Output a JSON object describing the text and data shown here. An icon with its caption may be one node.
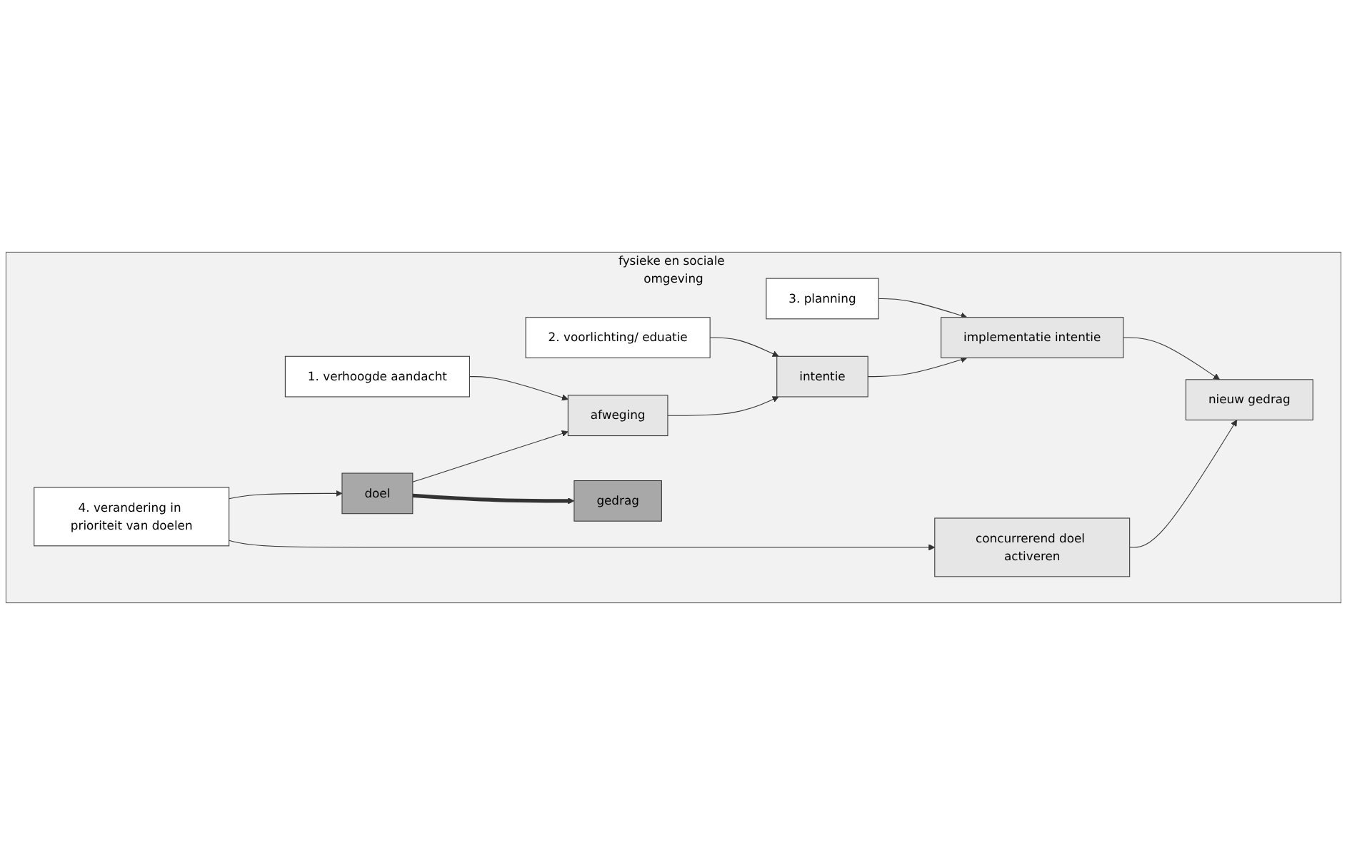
{
  "diagram": {
    "nodes": [
      {
        "text": [
          "fysieke en sociale omgeving"
        ]
      },
      {
        "text": [
          "1. verhoogde aandacht"
        ],
        "in": 0
      },
      {
        "text": [
          "2. voorlichting/ eduatie"
        ],
        "in": 0
      },
      {
        "text": [
          "3. planning"
        ],
        "in": 0
      },
      {
        "text": [
          "afweging"
        ],
        "in": 0
      },
      {
        "text": [
          "intentie"
        ],
        "in": 0
      },
      {
        "text": [
          "implementatie intentie"
        ],
        "in": 0
      },
      {
        "text": [
          "nieuw gedrag"
        ],
        "in": 0
      },
      {
        "text": [
          "doel"
        ],
        "in": 0
      },
      {
        "text": [
          "gedrag"
        ],
        "in": 0
      },
      {
        "text": [
          "4. verandering in prioriteit van doelen"
        ],
        "in": 0
      },
      {
        "text": [
          "concurrerend doel activeren"
        ],
        "in": 0
      }
    ],
    "edges": [
      {
        "from": 1,
        "to": 4,
        "arrow": "to"
      },
      {
        "from": 2,
        "to": 5,
        "arrow": "to"
      },
      {
        "from": 3,
        "to": 6,
        "arrow": "to"
      },
      {
        "from": 4,
        "to": 5,
        "arrow": "to"
      },
      {
        "from": 5,
        "to": 6,
        "arrow": "to"
      },
      {
        "from": 6,
        "to": 7,
        "arrow": "to"
      },
      {
        "from": 8,
        "to": 4,
        "arrow": "to"
      },
      {
        "from": 8,
        "to": 9,
        "arrow": "to",
        "style": "thick"
      },
      {
        "from": 10,
        "to": 8,
        "arrow": "to"
      },
      {
        "from": 10,
        "to": 11,
        "arrow": "to"
      },
      {
        "from": 11,
        "to": 7,
        "arrow": "to"
      }
    ]
  }
}
